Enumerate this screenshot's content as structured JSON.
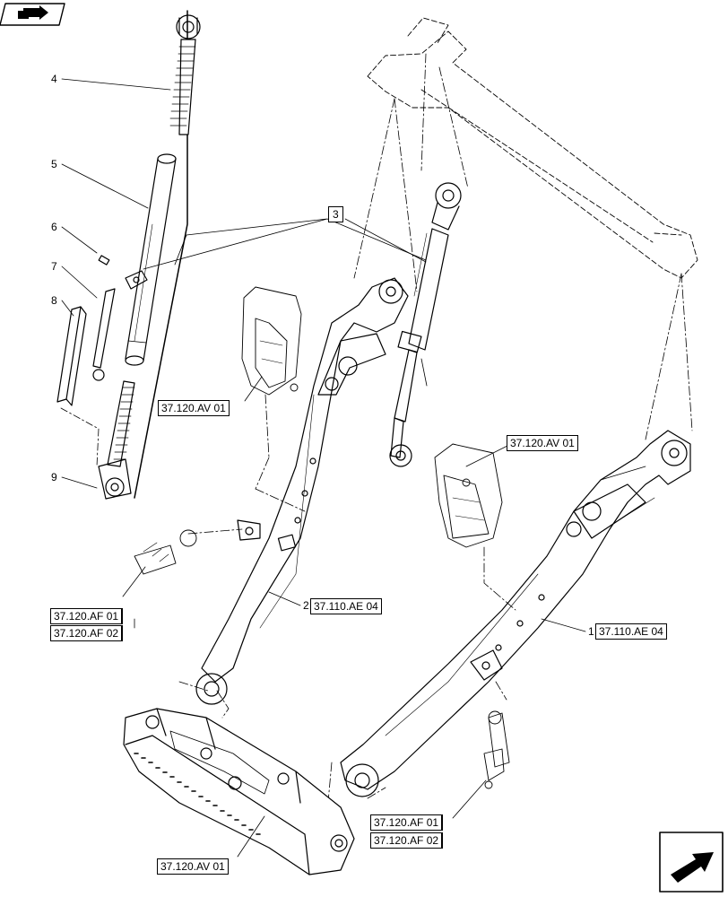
{
  "callouts": {
    "c1": "1",
    "c2": "2",
    "c3": "3",
    "c4": "4",
    "c5": "5",
    "c6": "6",
    "c7": "7",
    "c8": "8",
    "c9": "9"
  },
  "references": {
    "av_center": "37.120.AV 01",
    "av_right": "37.120.AV 01",
    "af_left_1": "37.120.AF 01",
    "af_left_2": "37.120.AF 02",
    "ae_center": "37.110.AE 04",
    "ae_right": "37.110.AE 04",
    "af_right_1": "37.120.AF 01",
    "af_right_2": "37.120.AF 02",
    "av_bottom": "37.120.AV 01"
  },
  "icons": {
    "top_left": "back-navigation-icon",
    "bottom_right": "next-page-arrow-icon"
  }
}
